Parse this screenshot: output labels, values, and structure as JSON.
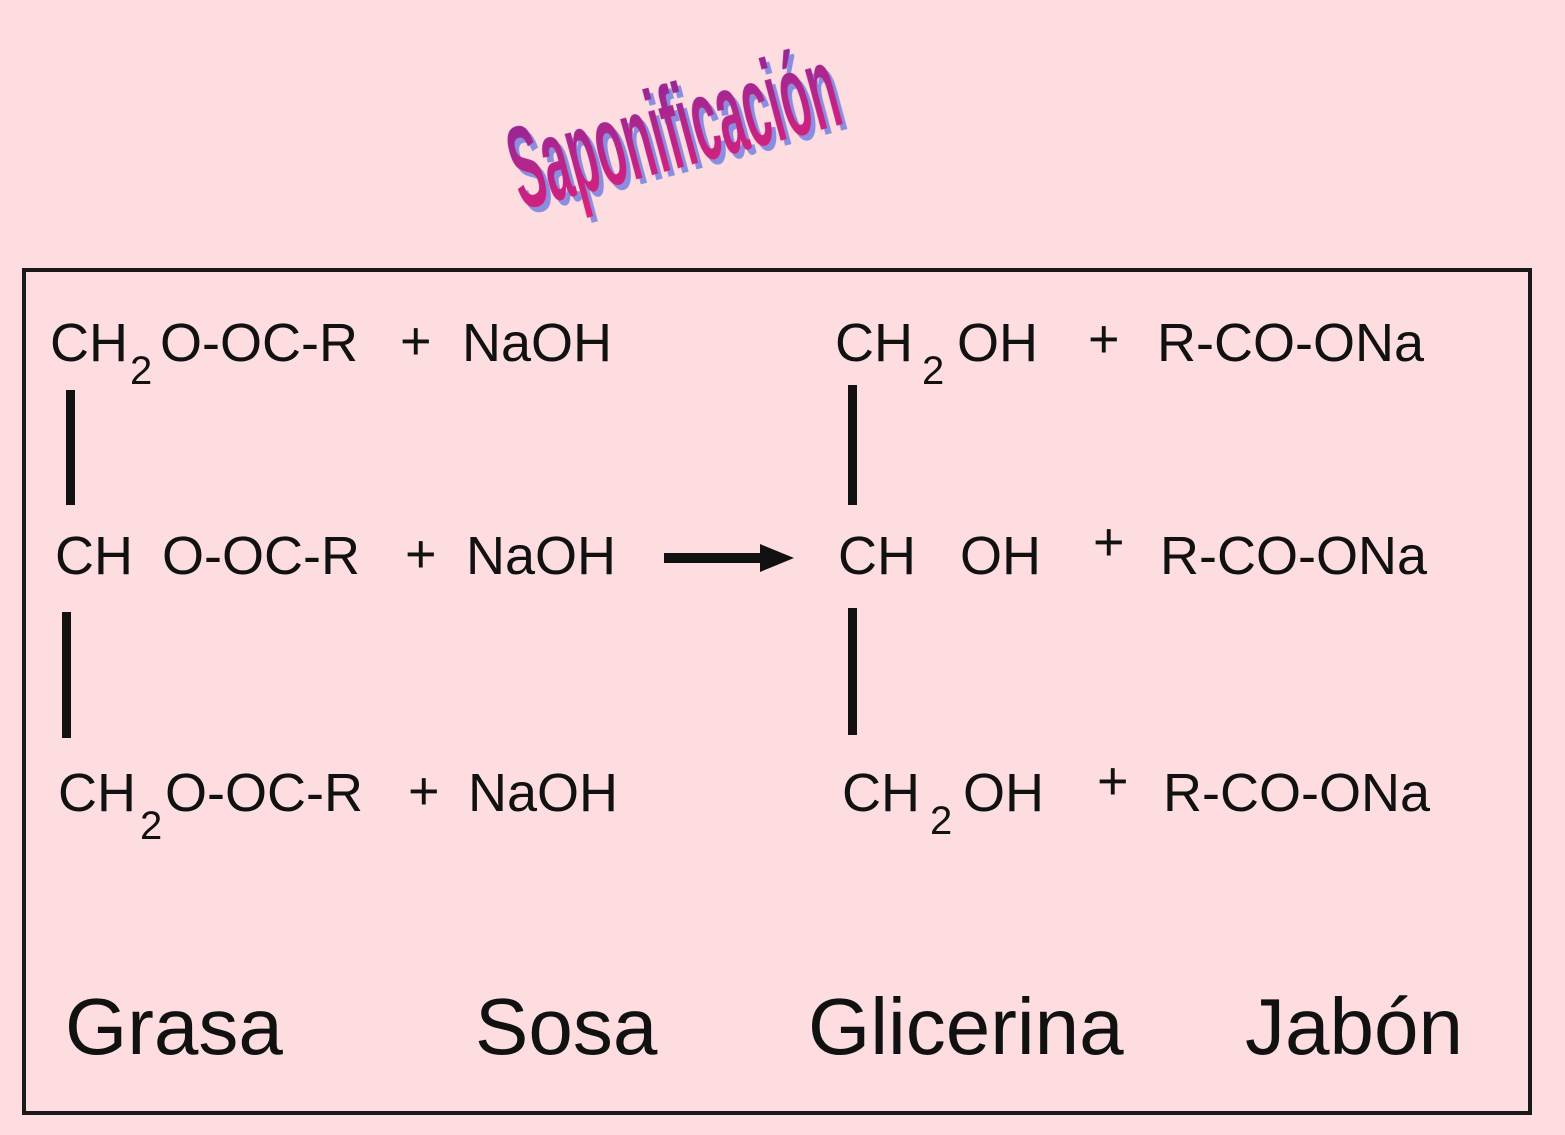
{
  "title": "Saponificación",
  "colors": {
    "background": "#fddde0",
    "title_top": "#e0207a",
    "title_bottom": "#7a2a98",
    "title_shadow": "#8a8ee0"
  },
  "reactants": [
    {
      "ch": "CH",
      "sub": "2",
      "ester": "O-OC-R",
      "plus": "+",
      "base": "NaOH"
    },
    {
      "ch": "CH",
      "sub": "",
      "ester": "O-OC-R",
      "plus": "+",
      "base": "NaOH"
    },
    {
      "ch": "CH",
      "sub": "2",
      "ester": "O-OC-R",
      "plus": "+",
      "base": "NaOH"
    }
  ],
  "products": [
    {
      "ch": "CH",
      "sub": "2",
      "oh": "OH",
      "plus": "+",
      "soap": "R-CO-ONa"
    },
    {
      "ch": "CH",
      "sub": "",
      "oh": "OH",
      "plus": "+",
      "soap": "R-CO-ONa"
    },
    {
      "ch": "CH",
      "sub": "2",
      "oh": "OH",
      "plus": "+",
      "soap": "R-CO-ONa"
    }
  ],
  "arrow_icon": "right-arrow",
  "labels": {
    "fat": "Grasa",
    "soda": "Sosa",
    "glycerin": "Glicerina",
    "soap": "Jabón"
  }
}
